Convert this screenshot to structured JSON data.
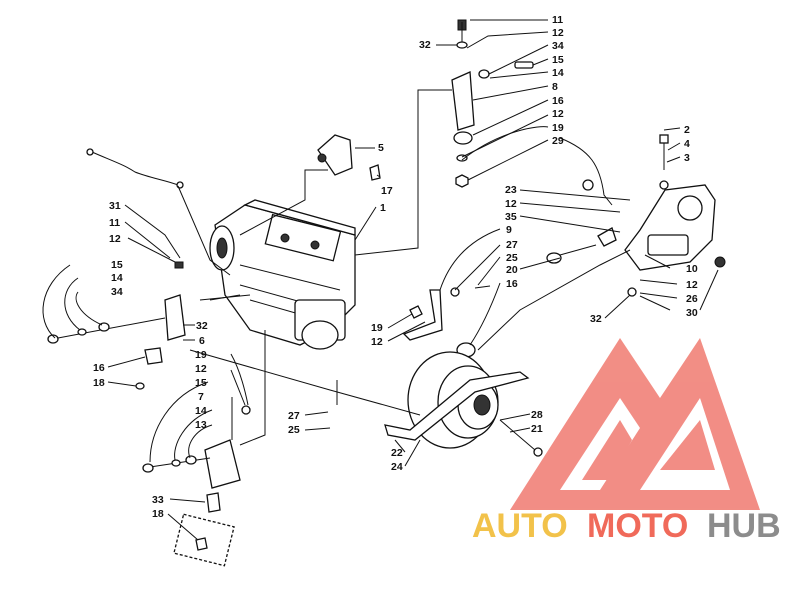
{
  "diagram": {
    "callouts": {
      "c11a": "11",
      "c12a": "12",
      "c32a": "32",
      "c34a": "34",
      "c15a": "15",
      "c14a": "14",
      "c8": "8",
      "c16a": "16",
      "c12b": "12",
      "c19a": "19",
      "c29": "29",
      "c2": "2",
      "c4": "4",
      "c3": "3",
      "c5": "5",
      "c17": "17",
      "c1": "1",
      "c31": "31",
      "c11b": "11",
      "c12c": "12",
      "c23": "23",
      "c12d": "12",
      "c35": "35",
      "c9": "9",
      "c27a": "27",
      "c25a": "25",
      "c20": "20",
      "c16b": "16",
      "c10": "10",
      "c12e": "12",
      "c26": "26",
      "c30": "30",
      "c32b": "32",
      "c15b": "15",
      "c14b": "14",
      "c34b": "34",
      "c32c": "32",
      "c6": "6",
      "c19b": "19",
      "c12f": "12",
      "c16c": "16",
      "c18a": "18",
      "c19c": "19",
      "c12g": "12",
      "c15c": "15",
      "c7": "7",
      "c14c": "14",
      "c13": "13",
      "c27b": "27",
      "c25b": "25",
      "c28": "28",
      "c21": "21",
      "c22": "22",
      "c24": "24",
      "c33": "33",
      "c18b": "18"
    }
  },
  "watermark": {
    "auto": "AUTO",
    "moto": "MOTO",
    "hub": "HUB",
    "colors": {
      "auto": "#f2c24a",
      "moto": "#f06a5a",
      "hub": "#8c8c8c",
      "logo": "#f07a70"
    }
  }
}
